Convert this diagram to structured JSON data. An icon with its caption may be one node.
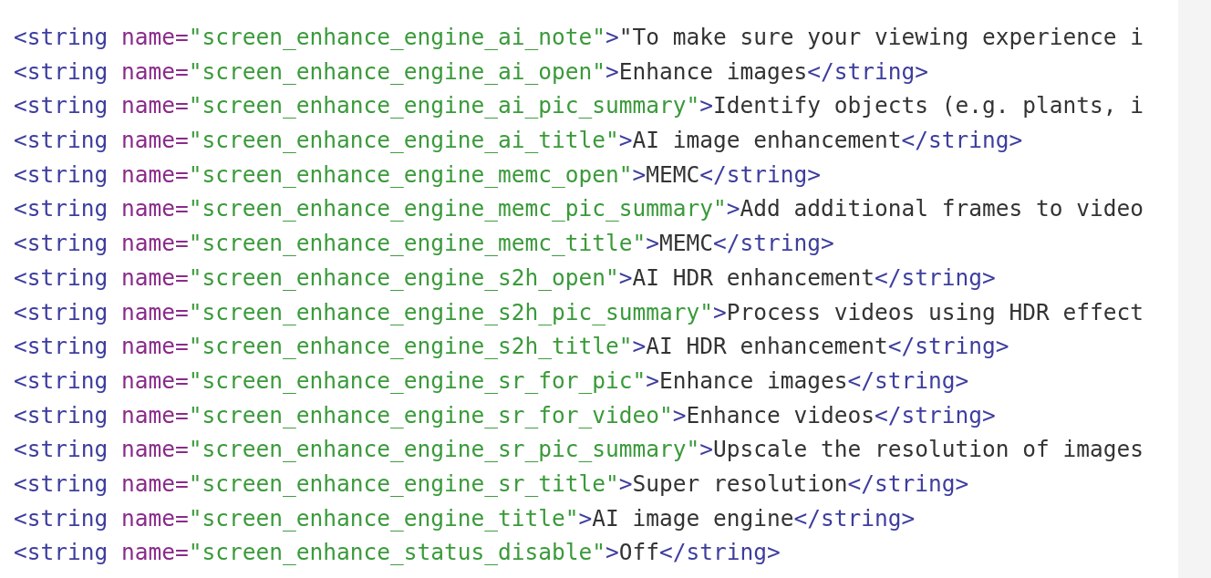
{
  "diagram": {
    "labels": [
      "<string",
      "name=",
      "\"screen_enhance_engine_ai_note\"",
      ">",
      "\"To make sure your viewing experience i",
      "<string",
      "name=",
      "\"screen_enhance_engine_ai_open\"",
      ">",
      "Enhance images",
      "</string>",
      "<string",
      "name=",
      "\"screen_enhance_engine_ai_pic_summary\"",
      ">",
      "Identify objects (e.g. plants, i",
      "<string",
      "name=",
      "\"screen_enhance_engine_ai_title\"",
      ">",
      "AI image enhancement",
      "</string>",
      "<string",
      "name=",
      "\"screen_enhance_engine_memc_open\"",
      ">",
      "MEMC",
      "</string>",
      "<string",
      "name=",
      "\"screen_enhance_engine_memc_pic_summary\"",
      ">",
      "Add additional frames to video",
      "<string",
      "name=",
      "\"screen_enhance_engine_memc_title\"",
      ">",
      "MEMC",
      "</string>",
      "<string",
      "name=",
      "\"screen_enhance_engine_s2h_open\"",
      ">",
      "AI HDR enhancement",
      "</string>",
      "<string",
      "name=",
      "\"screen_enhance_engine_s2h_pic_summary\"",
      ">",
      "Process videos using HDR effect",
      "<string",
      "name=",
      "\"screen_enhance_engine_s2h_title\"",
      ">",
      "AI HDR enhancement",
      "</string>",
      "<string",
      "name=",
      "\"screen_enhance_engine_sr_for_pic\"",
      ">",
      "Enhance images",
      "</string>",
      "<string",
      "name=",
      "\"screen_enhance_engine_sr_for_video\"",
      ">",
      "Enhance videos",
      "</string>",
      "<string",
      "name=",
      "\"screen_enhance_engine_sr_pic_summary\"",
      ">",
      "Upscale the resolution of images",
      "<string",
      "name=",
      "\"screen_enhance_engine_sr_title\"",
      ">",
      "Super resolution",
      "</string>",
      "<string",
      "name=",
      "\"screen_enhance_engine_title\"",
      ">",
      "AI image engine",
      "</string>",
      "<string",
      "name=",
      "\"screen_enhance_status_disable\"",
      ">",
      "Off",
      "</string>"
    ]
  }
}
